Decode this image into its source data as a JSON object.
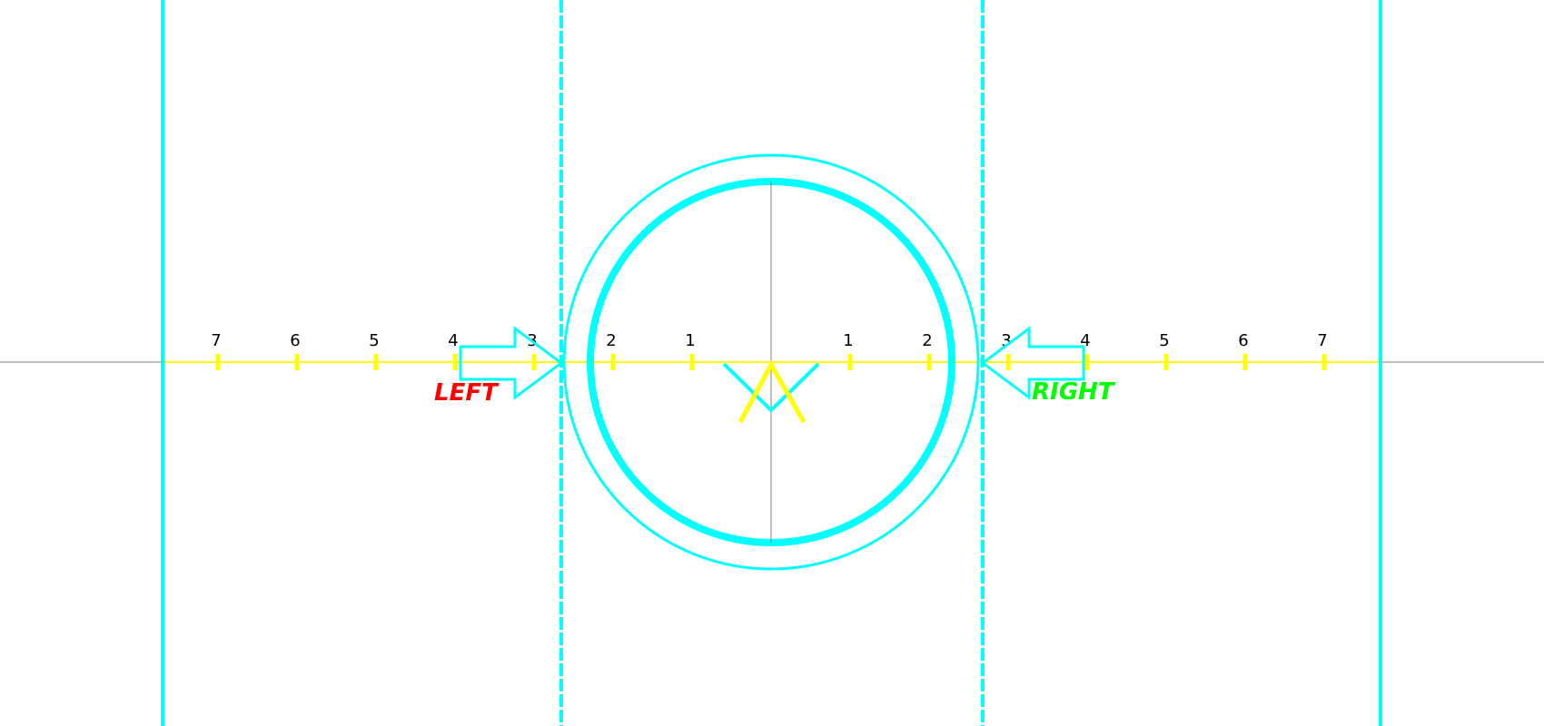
{
  "colors": {
    "background": "#ffffff",
    "guide": "#00ffff",
    "ruler": "#ffff00",
    "left_label": "#ff0000",
    "right_label": "#00ff00",
    "axis": "#808080",
    "text": "#000000"
  },
  "labels": {
    "left": "LEFT",
    "right": "RIGHT"
  },
  "scale": {
    "left_ticks": [
      "7",
      "6",
      "5",
      "4",
      "3",
      "2",
      "1"
    ],
    "right_ticks": [
      "1",
      "2",
      "3",
      "4",
      "5",
      "6",
      "7"
    ]
  },
  "icons": {
    "left_arrow": "arrow-right-icon",
    "right_arrow": "arrow-left-icon",
    "center_marker": "v-marker-icon"
  }
}
